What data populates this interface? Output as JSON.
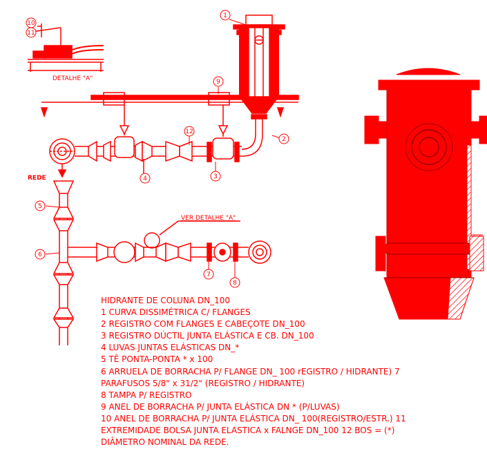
{
  "colors": {
    "drawing": "#ff0000",
    "background": "#ffffff"
  },
  "detail_title": "DETALHE \"A\"",
  "network_label": "REDE",
  "detail_reference": "VER DETALHE \"A\"",
  "callouts": [
    "1",
    "2",
    "3",
    "4",
    "5",
    "6",
    "7",
    "8",
    "9",
    "10",
    "11",
    "12"
  ],
  "legend_lines": [
    "HIDRANTE DE COLUNA DN_100",
    "1 CURVA DISSIMÉTRICA C/ FLANGES",
    "2 REGISTRO COM FLANGES E CABEÇOTE DN_100",
    "3 REGISTRO DÚCTIL JUNTA ELÁSTICA E CB. DN_100",
    "4 LUVAS JUNTAS ELÁSTICAS DN_*",
    "5 TÊ PONTA-PONTA * x 100",
    "6 ARRUELA DE BORRACHA P/ FLANGE DN_ 100 rEGISTRO / HIDRANTE) 7",
    "PARAFUSOS 5/8\" x 31/2\" (REGISTRO / HIDRANTE)",
    "8 TAMPA P/ REGISTRO",
    "9 ANEL DE BORRACHA P/ JUNTA ELÁSTICA DN * (P/LUVAS)",
    "10 ANEL DE BORRACHA P/ JUNTA ELÁSTICA DN_ 100(REGISTRO/ESTR.) 11",
    "EXTREMIDADE BOLSA JUNTA ELASTICA x FALNGE DN_100 12 BOS = (*)",
    "DIÂMETRO NOMINAL DA REDE."
  ]
}
